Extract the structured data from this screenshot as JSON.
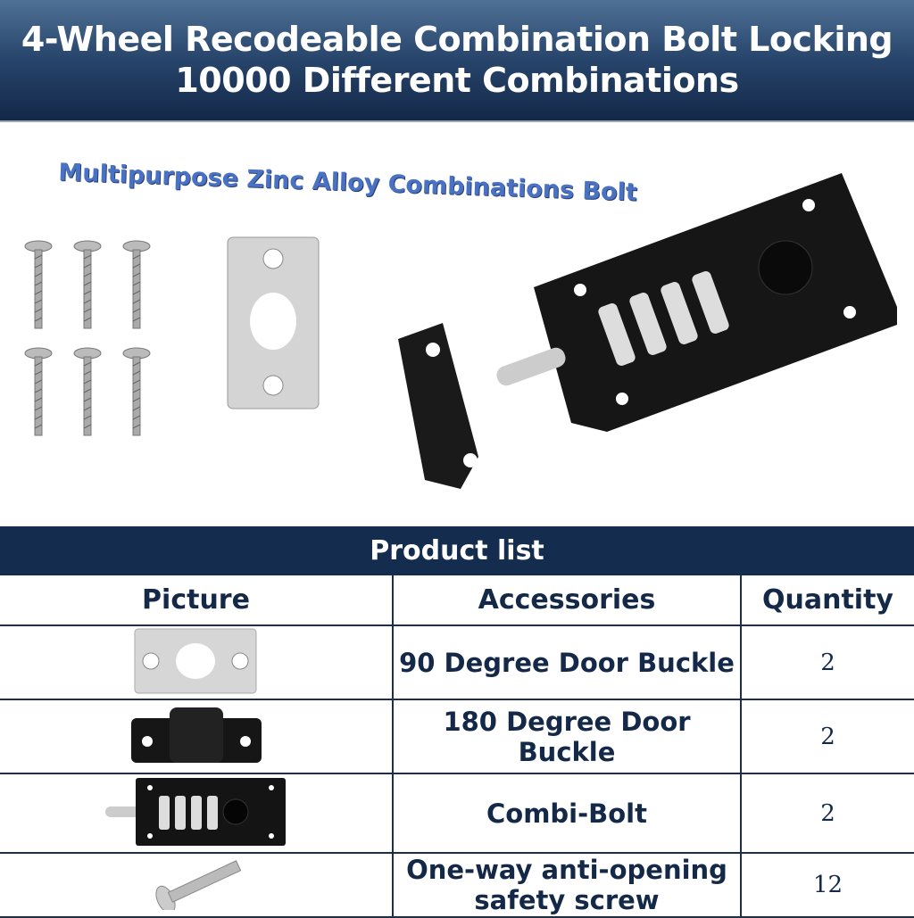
{
  "header": {
    "line1": "4-Wheel Recodeable Combination Bolt Locking",
    "line2": "10000 Different Combinations"
  },
  "subtitle": "Multipurpose Zinc Alloy Combinations Bolt",
  "product_list": {
    "title": "Product list",
    "columns": [
      "Picture",
      "Accessories",
      "Quantity"
    ],
    "rows": [
      {
        "picture": "flat-strike-plate",
        "accessory": "90 Degree Door Buckle",
        "quantity": "2"
      },
      {
        "picture": "black-keeper",
        "accessory": "180 Degree Door Buckle",
        "quantity": "2"
      },
      {
        "picture": "combination-bolt",
        "accessory": "Combi-Bolt",
        "quantity": "2"
      },
      {
        "picture": "screw",
        "accessory": "One-way anti-opening safety screw",
        "quantity": "12"
      }
    ]
  },
  "colors": {
    "navy": "#142c4e",
    "subtitle_blue": "#4a72c4"
  }
}
